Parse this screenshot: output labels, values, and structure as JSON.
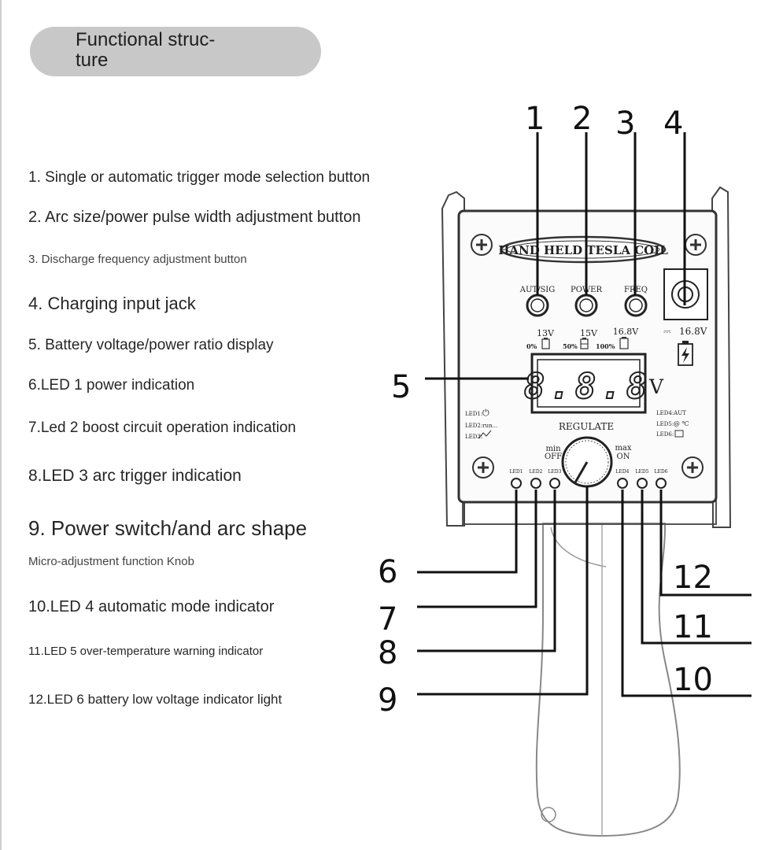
{
  "header": {
    "title": "Functional struc-\nture"
  },
  "features": [
    "1. Single or automatic trigger mode selection button",
    "2. Arc size/power pulse width adjustment button",
    "3. Discharge frequency adjustment button",
    "4. Charging input jack",
    "5. Battery voltage/power ratio display",
    "6.LED 1 power indication",
    "7.Led 2 boost circuit operation indication",
    "8.LED 3 arc trigger indication",
    "9. Power switch/and arc shape",
    "Micro-adjustment function Knob",
    "10.LED 4 automatic mode indicator",
    "11.LED 5 over-temperature warning indicator",
    "12.LED 6 battery low voltage indicator light"
  ],
  "callouts": [
    "1",
    "2",
    "3",
    "4",
    "5",
    "6",
    "7",
    "8",
    "9",
    "10",
    "11",
    "12"
  ],
  "device": {
    "badge": "HAND HELD TESLA COIL",
    "buttons": [
      "AUT/SIG",
      "POWER",
      "FREQ"
    ],
    "jack_label": "16.8V",
    "voltages": [
      "13V",
      "15V",
      "16.8V"
    ],
    "percents": [
      "0%",
      "50%",
      "100%"
    ],
    "display_value": "8.8.8",
    "display_unit": "V",
    "knob_label": "REGULATE",
    "knob_min": "min",
    "knob_off": "OFF",
    "knob_max": "max",
    "knob_on": "ON",
    "leds": [
      "LED1",
      "LED2",
      "LED3",
      "LED4",
      "LED5",
      "LED6"
    ],
    "legend_left": [
      "LED1:",
      "LED2:run...",
      "LED3:"
    ],
    "legend_right": [
      "LED4:AUT",
      "LED5:",
      "LED6:"
    ]
  }
}
